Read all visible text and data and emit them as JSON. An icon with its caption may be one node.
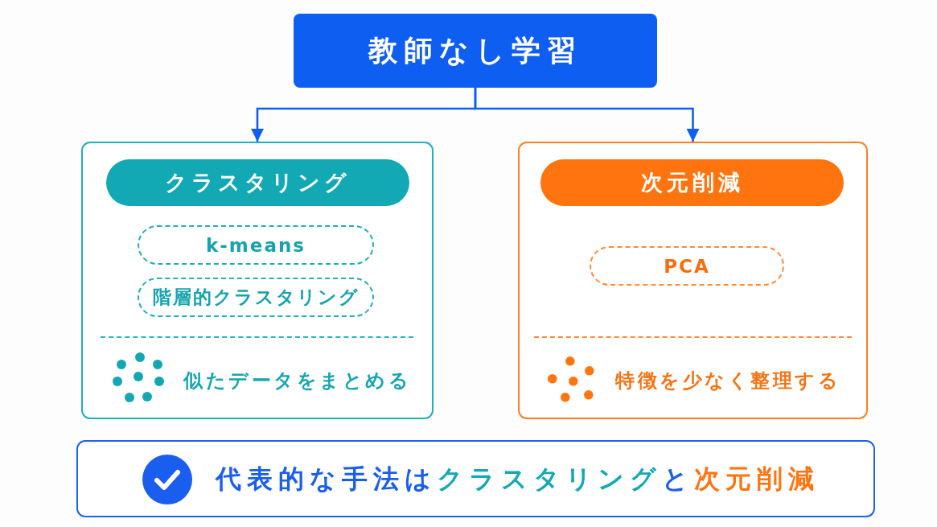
{
  "diagram": {
    "nodes": [
      {
        "text": [
          "教師なし学習"
        ]
      },
      {
        "text": [
          "似たデータをまとめる"
        ]
      },
      {
        "text": [
          "クラスタリング"
        ],
        "in": 1
      },
      {
        "text": [
          "k-means"
        ],
        "in": 1
      },
      {
        "text": [
          "階層的クラスタリング"
        ],
        "in": 1
      },
      {
        "text": [
          "特徴を少なく整理する"
        ]
      },
      {
        "text": [
          "次元削減"
        ],
        "in": 5
      },
      {
        "text": [
          "PCA"
        ],
        "in": 5
      },
      {
        "text": [
          "代表的な手法は**クラスタリング**と**次元削減**"
        ]
      }
    ],
    "edges": [
      {
        "from": 0,
        "to": 1,
        "arrow": "to"
      },
      {
        "from": 0,
        "to": 5,
        "arrow": "to"
      }
    ]
  }
}
